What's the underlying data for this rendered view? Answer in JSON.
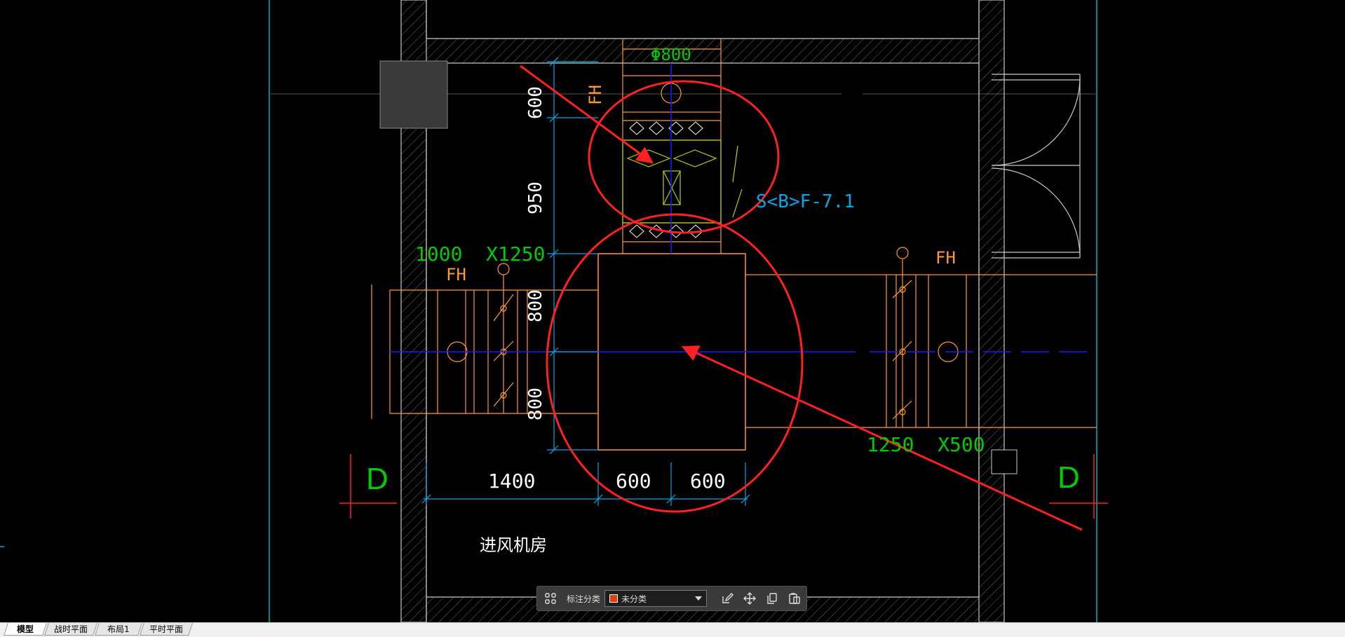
{
  "drawing": {
    "dim_labels": {
      "d600_top": "600",
      "d950": "950",
      "d800_a": "800",
      "d800_b": "800",
      "d1400": "1400",
      "d600_a": "600",
      "d600_b": "600"
    },
    "duct_size_left": "1000  X1250",
    "duct_size_right": "1250  X500",
    "diameter_label": "Φ800",
    "fh_left": "FH",
    "fh_right": "FH",
    "fh_top": "FH",
    "equipment_tag": "S<B>F-7.1",
    "section_left": "D",
    "section_right": "D",
    "room_name": "进风机房",
    "colors": {
      "background": "#000000",
      "wall": "#c8c8c8",
      "duct": "#ff9933",
      "dimension": "#00a8e8",
      "text_green": "#00cc00",
      "fan": "#b8d400",
      "annotation": "#ff2020",
      "center_line": "#0000ff",
      "section_mark": "#ff2020"
    }
  },
  "toolbar": {
    "layout_icon": "grid-icon",
    "category_label": "标注分类",
    "selected_category": "未分类",
    "swatch_color": "#e04010",
    "actions": [
      "edit-icon",
      "move-icon",
      "copy-icon",
      "paste-icon"
    ]
  },
  "tabs": [
    {
      "label": "模型",
      "active": true
    },
    {
      "label": "战时平面",
      "active": false
    },
    {
      "label": "布局1",
      "active": false
    },
    {
      "label": "平时平面",
      "active": false
    }
  ]
}
